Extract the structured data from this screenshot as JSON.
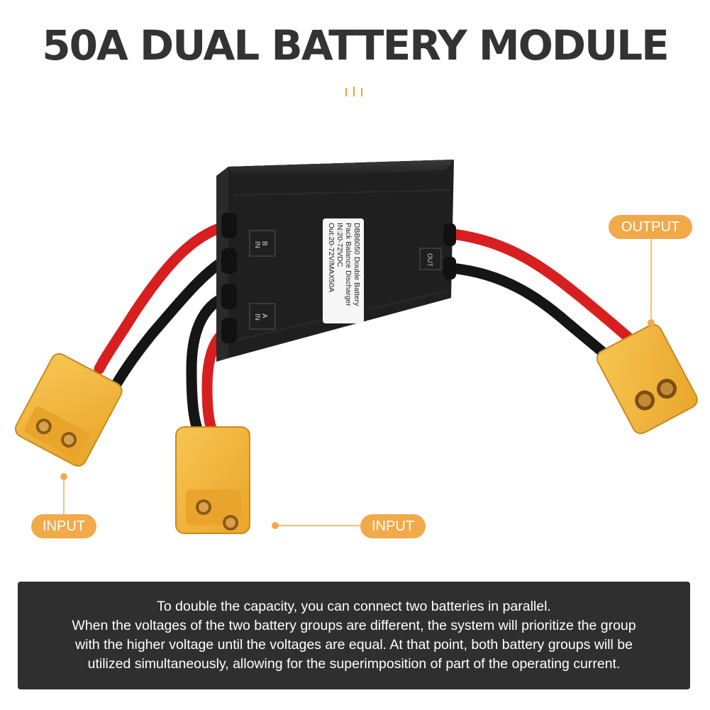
{
  "title": "50A DUAL BATTERY MODULE",
  "colors": {
    "accent": "#f2a94a",
    "title": "#333333",
    "panel_bg": "#2f2f2f",
    "connector": "#f5b83c",
    "wire_red": "#d71f1f",
    "wire_black": "#1a1a1a",
    "module": "#262626"
  },
  "callouts": {
    "output": "OUTPUT",
    "input_left": "INPUT",
    "input_right": "INPUT"
  },
  "module": {
    "label_lines": [
      "DBB6050 Double Battery",
      "Pack Balance Discharger",
      "IN:20-72VDC",
      "Out:20-72V/MAX50A"
    ],
    "port_b": "B",
    "port_a": "A",
    "port_in_b": "IN",
    "port_in_a": "IN",
    "port_out": "OUT"
  },
  "description": [
    "To double the capacity, you can connect two batteries in parallel.",
    "When the voltages of the two battery groups are different, the system will prioritize the group",
    "with the higher voltage until the voltages are equal. At that point, both battery groups will be",
    "utilized simultaneously, allowing for the superimposition of part of the operating current."
  ]
}
